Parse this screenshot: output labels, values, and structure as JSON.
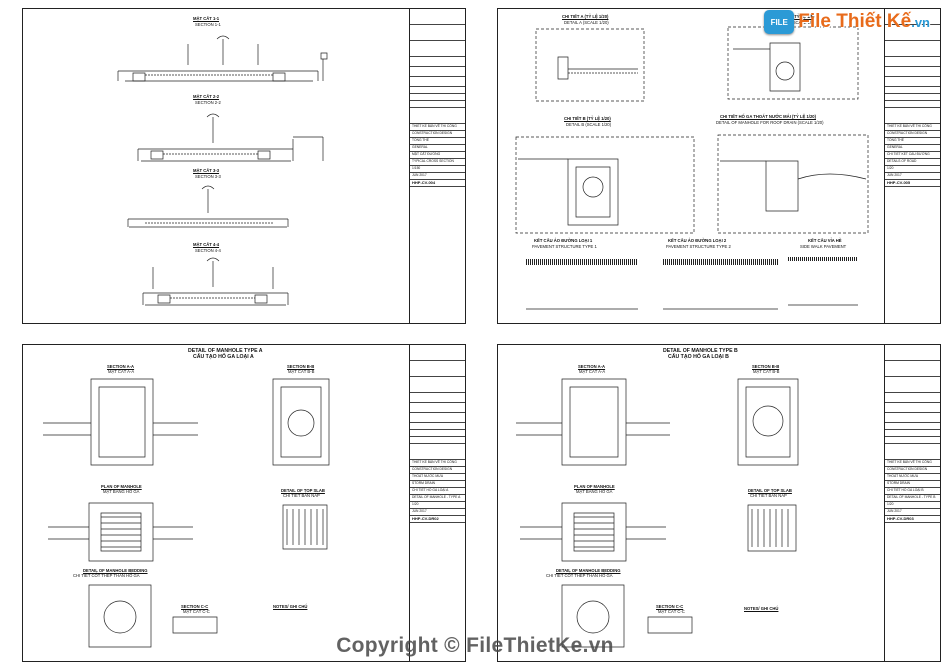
{
  "logo": {
    "mark": "FILE",
    "name": "File Thiết Kế",
    "domain": ".vn"
  },
  "watermark": "Copyright © FileThietKe.vn",
  "sheets": {
    "s1": {
      "sections": [
        {
          "vn": "MẶT CẮT 1-1",
          "en": "SECTION 1-1"
        },
        {
          "vn": "MẶT CẮT 2-2",
          "en": "SECTION 2-2"
        },
        {
          "vn": "MẶT CẮT 3-3",
          "en": "SECTION 3-3"
        },
        {
          "vn": "MẶT CẮT 4-4",
          "en": "SECTION 4-4"
        }
      ],
      "tb": {
        "project_vn": "THIẾT KẾ BẢN VẼ THI CÔNG",
        "project_en": "CONSTRUCTION DESIGN",
        "category_vn": "TỔNG THỂ",
        "category_en": "GENERAL",
        "title": "MẶT CẮT ĐƯỜNG",
        "title_en": "TYPICAL CROSS SECTION",
        "scale": "1/150",
        "date": "JUN 2017",
        "code": "HHP-CV-004"
      }
    },
    "s2": {
      "details": [
        {
          "vn": "CHI TIẾT A (TỶ LỆ 1/20)",
          "en": "DETAIL A (SCALE 1/20)"
        },
        {
          "vn": "CHI TIẾT B (TỶ LỆ 1/5)",
          "en": "DETAIL B (SCALE 1/5)"
        },
        {
          "vn": "CHI TIẾT B (TỶ LỆ 1/20)",
          "en": "DETAIL B (SCALE 1/20)"
        },
        {
          "vn": "CHI TIẾT HỐ GA THOÁT NƯỚC MÁI (TỶ LỆ 1/20)",
          "en": "DETAIL OF MANHOLE FOR ROOF DRAIN (SCALE 1/20)"
        }
      ],
      "structures": [
        {
          "vn": "KẾT CẤU ÁO ĐƯỜNG LOẠI 1",
          "en": "PAVEMENT STRUCTURE TYPE 1"
        },
        {
          "vn": "KẾT CẤU ÁO ĐƯỜNG LOẠI 2",
          "en": "PAVEMENT STRUCTURE TYPE 2"
        },
        {
          "vn": "KẾT CẤU VỈA HÈ",
          "en": "SIDE WALK PAVEMENT"
        }
      ],
      "tb": {
        "project_vn": "THIẾT KẾ BẢN VẼ THI CÔNG",
        "project_en": "CONSTRUCTION DESIGN",
        "category_vn": "TỔNG THỂ",
        "category_en": "GENERAL",
        "title": "CHI TIẾT KẾT CẤU ĐƯỜNG",
        "title_en": "DETAILS OF ROAD",
        "scale": "1/20",
        "date": "JUN 2017",
        "code": "HHP-CV-005"
      }
    },
    "s3": {
      "title_en": "DETAIL OF MANHOLE TYPE A",
      "title_vn": "CẤU TẠO HỐ GA LOẠI A",
      "labels": {
        "section_a": "SECTION A-A",
        "section_a_vn": "MẶT CẮT A-A",
        "section_b": "SECTION B-B",
        "section_b_vn": "MẶT CẮT B-B",
        "plan": "PLAN OF MANHOLE",
        "plan_vn": "MẶT BẰNG HỐ GA",
        "top_slab": "DETAIL OF TOP SLAB",
        "top_slab_vn": "CHI TIẾT BẢN NẮP",
        "rebar": "DETAIL OF MANHOLE BEDDING",
        "rebar_vn": "CHI TIẾT CỐT THÉP THÂN HỐ GA",
        "section_c": "SECTION C-C",
        "section_c_vn": "MẶT CẮT C-C",
        "notes": "NOTES/ GHI CHÚ"
      },
      "tb": {
        "project_vn": "THIẾT KẾ BẢN VẼ THI CÔNG",
        "project_en": "CONSTRUCTION DESIGN",
        "category_vn": "THOÁT NƯỚC MƯA",
        "category_en": "STORM DRAIN",
        "title": "CHI TIẾT HỐ GA LOẠI A",
        "title_en": "DETAIL OF MANHOLE - TYPE A",
        "scale": "1/20",
        "date": "JUN 2017",
        "code": "HHP-CV-DR02"
      }
    },
    "s4": {
      "title_en": "DETAIL OF MANHOLE TYPE B",
      "title_vn": "CẤU TẠO HỐ GA LOẠI B",
      "labels": {
        "section_a": "SECTION A-A",
        "section_a_vn": "MẶT CẮT A-A",
        "section_b": "SECTION B-B",
        "section_b_vn": "MẶT CẮT B-B",
        "plan": "PLAN OF MANHOLE",
        "plan_vn": "MẶT BẰNG HỐ GA",
        "top_slab": "DETAIL OF TOP SLAB",
        "top_slab_vn": "CHI TIẾT BẢN NẮP",
        "rebar": "DETAIL OF MANHOLE BEDDING",
        "rebar_vn": "CHI TIẾT CỐT THÉP THÂN HỐ GA",
        "section_c": "SECTION C-C",
        "section_c_vn": "MẶT CẮT C-C",
        "notes": "NOTES/ GHI CHÚ"
      },
      "tb": {
        "project_vn": "THIẾT KẾ BẢN VẼ THI CÔNG",
        "project_en": "CONSTRUCTION DESIGN",
        "category_vn": "THOÁT NƯỚC MƯA",
        "category_en": "STORM DRAIN",
        "title": "CHI TIẾT HỐ GA LOẠI B",
        "title_en": "DETAIL OF MANHOLE - TYPE B",
        "scale": "1/20",
        "date": "JUN 2017",
        "code": "HHP-CV-DR03"
      }
    }
  },
  "colors": {
    "logo_blue": "#2b9ad6",
    "logo_orange": "#e86b1b",
    "line": "#222222"
  }
}
